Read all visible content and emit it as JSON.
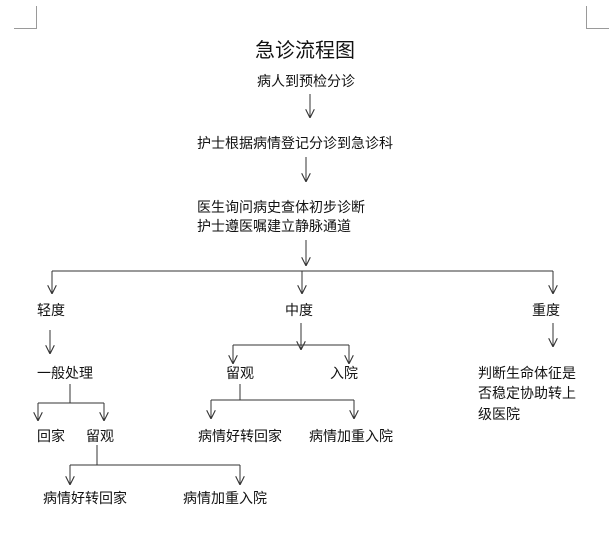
{
  "title": "急诊流程图",
  "steps": {
    "arrive": "病人到预检分诊",
    "register": "护士根据病情登记分诊到急诊科",
    "exam_line1": "医生询问病史查体初步诊断",
    "exam_line2": "护士遵医嘱建立静脉通道"
  },
  "severity": {
    "mild": "轻度",
    "moderate": "中度",
    "severe": "重度"
  },
  "mild_branch": {
    "general": "一般处理",
    "home": "回家",
    "stay": "留观",
    "improve_home": "病情好转回家",
    "worsen_admit": "病情加重入院"
  },
  "moderate_branch": {
    "stay": "留观",
    "admit": "入院",
    "improve_home": "病情好转回家",
    "worsen_admit": "病情加重入院"
  },
  "severe_branch": {
    "line1": "判断生命体征是",
    "line2": "否稳定协助转上",
    "line3": "级医院"
  }
}
